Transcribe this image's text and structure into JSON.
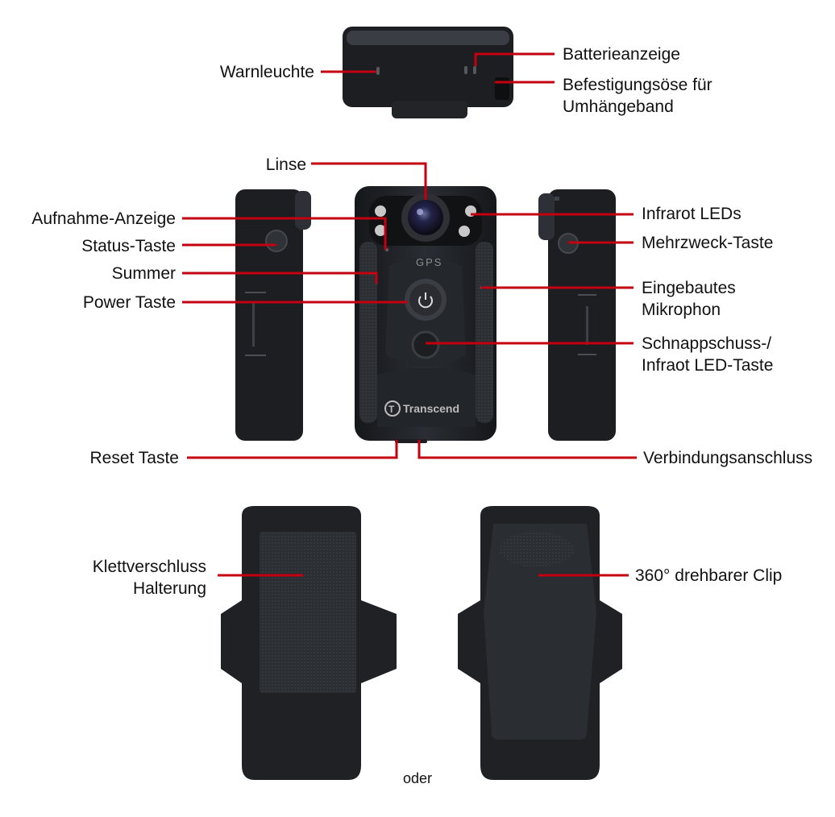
{
  "labels": {
    "warnleuchte": "Warnleuchte",
    "batterieanzeige": "Batterieanzeige",
    "befestigungsoese": "Befestigungsöse für\nUmhängeband",
    "linse": "Linse",
    "aufnahme_anzeige": "Aufnahme-Anzeige",
    "status_taste": "Status-Taste",
    "summer": "Summer",
    "power_taste": "Power Taste",
    "infrarot_leds": "Infrarot LEDs",
    "mehrzweck_taste": "Mehrzweck-Taste",
    "mikrophon": "Eingebautes\nMikrophon",
    "schnappschuss": "Schnappschuss-/\nInfraot LED-Taste",
    "reset_taste": "Reset Taste",
    "verbindungsanschluss": "Verbindungsanschluss",
    "klettverschluss": "Klettverschluss\nHalterung",
    "clip": "360° drehbarer Clip"
  },
  "device_text": {
    "gps": "GPS",
    "brand": "Transcend"
  },
  "separator": "oder",
  "colors": {
    "leader": "#c40010",
    "body": "#1b1d21",
    "body_edge": "#33363c",
    "text": "#111111"
  }
}
